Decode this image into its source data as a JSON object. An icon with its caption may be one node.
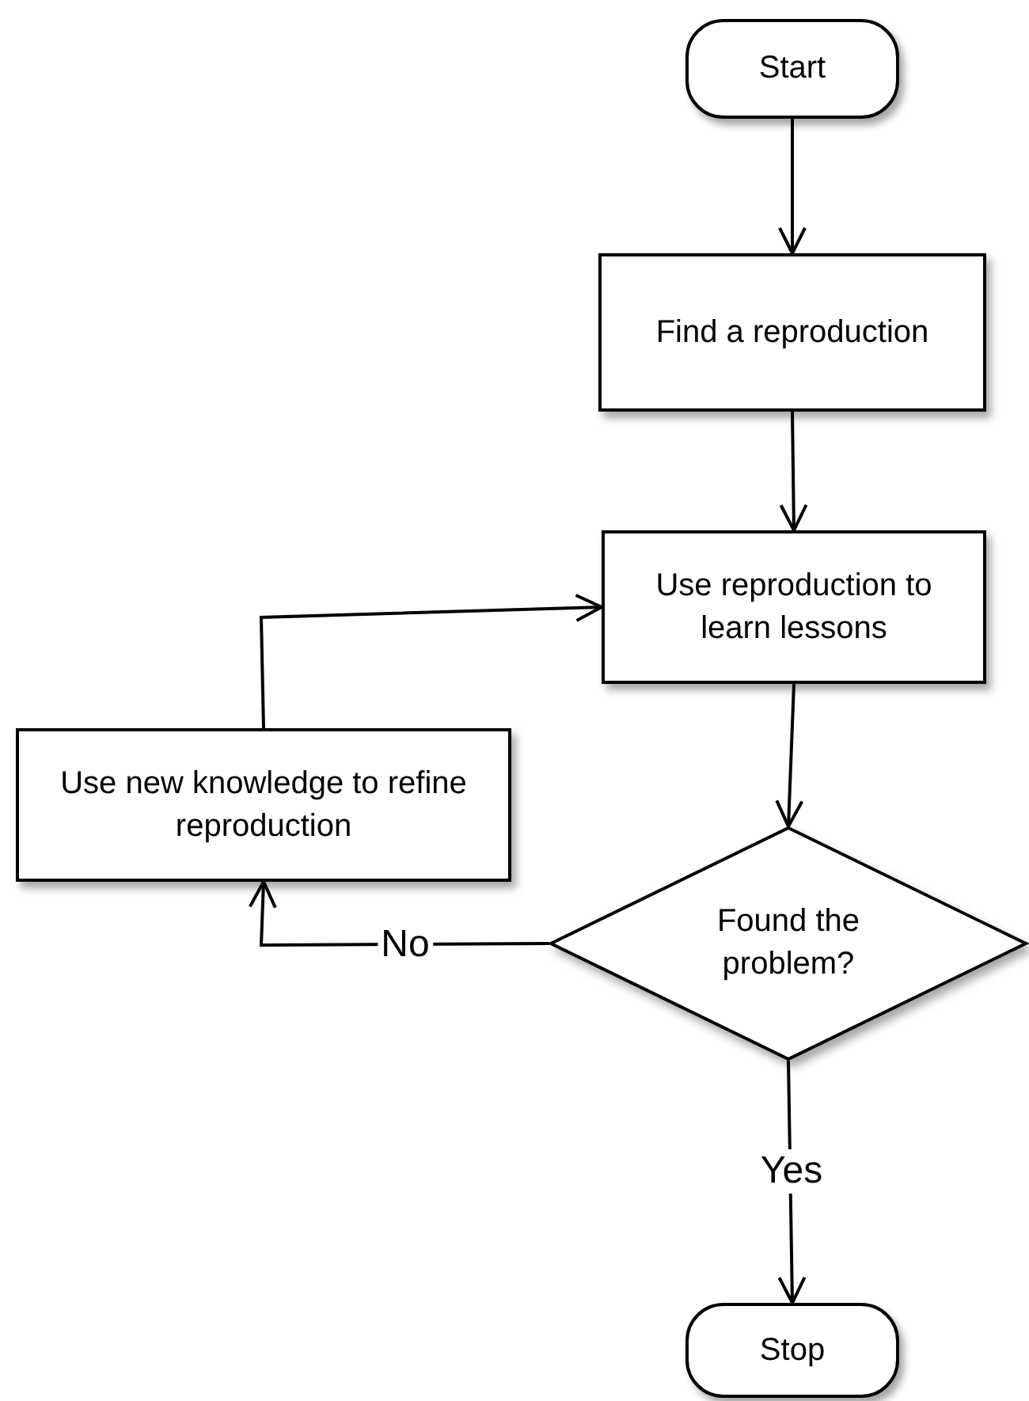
{
  "diagram": {
    "nodes": [
      {
        "text": [
          "Start"
        ]
      },
      {
        "text": [
          "Find a reproduction"
        ]
      },
      {
        "text": [
          "Use reproduction to learn lessons"
        ]
      },
      {
        "text": [
          "Found the problem?"
        ]
      },
      {
        "text": [
          "Use new knowledge to refine reproduction"
        ]
      },
      {
        "text": [
          "Stop"
        ]
      }
    ],
    "edges": [
      {
        "from": 0,
        "to": 1,
        "arrow": "to"
      },
      {
        "from": 1,
        "to": 2,
        "arrow": "to"
      },
      {
        "from": 2,
        "to": 3,
        "arrow": "to"
      },
      {
        "from": 3,
        "to": 4,
        "arrow": "to",
        "label": "No"
      },
      {
        "from": 4,
        "to": 2,
        "arrow": "to"
      },
      {
        "from": 3,
        "to": 5,
        "arrow": "to",
        "label": "Yes"
      }
    ]
  }
}
